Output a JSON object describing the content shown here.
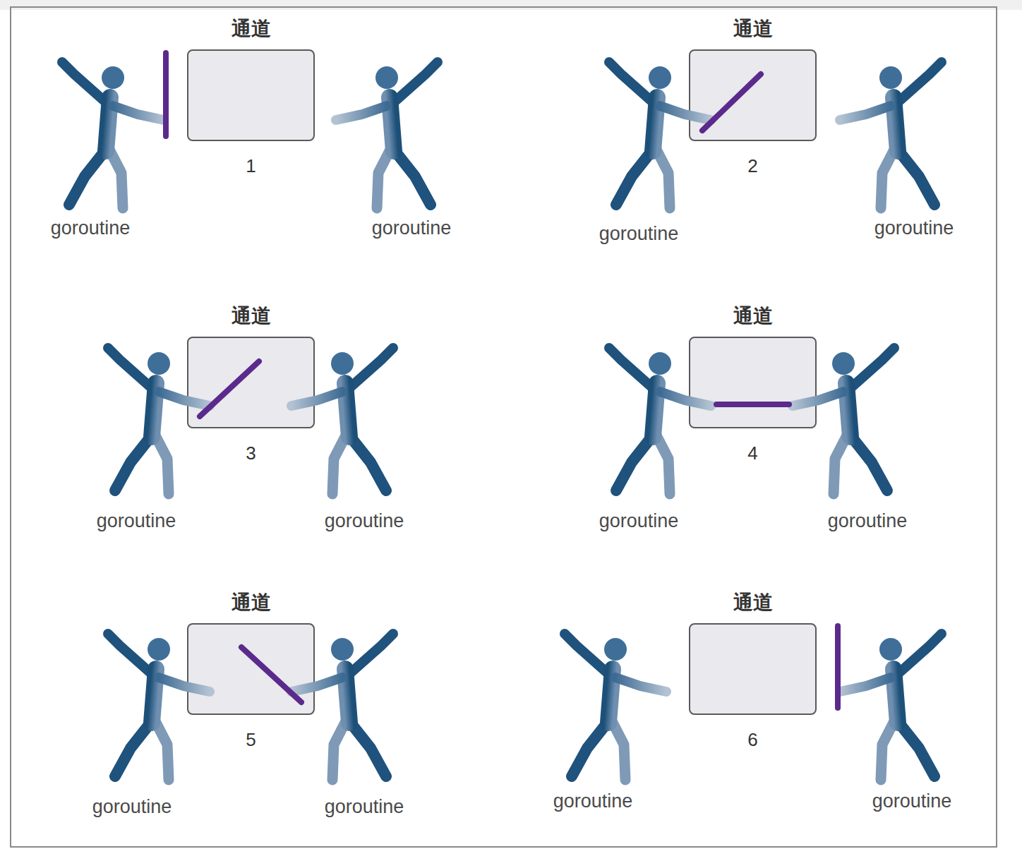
{
  "diagram": {
    "nodes": [
      {
        "text": [
          "通道",
          "1"
        ]
      },
      {
        "text": [
          "通道",
          "2"
        ]
      },
      {
        "text": [
          "通道",
          "3"
        ]
      },
      {
        "text": [
          "通道",
          "4"
        ]
      },
      {
        "text": [
          "通道",
          "5"
        ]
      },
      {
        "text": [
          "通道",
          "6"
        ]
      }
    ],
    "labels": [
      "goroutine",
      "goroutine",
      "goroutine",
      "goroutine",
      "goroutine",
      "goroutine",
      "goroutine",
      "goroutine",
      "goroutine",
      "goroutine",
      "goroutine",
      "goroutine"
    ]
  }
}
